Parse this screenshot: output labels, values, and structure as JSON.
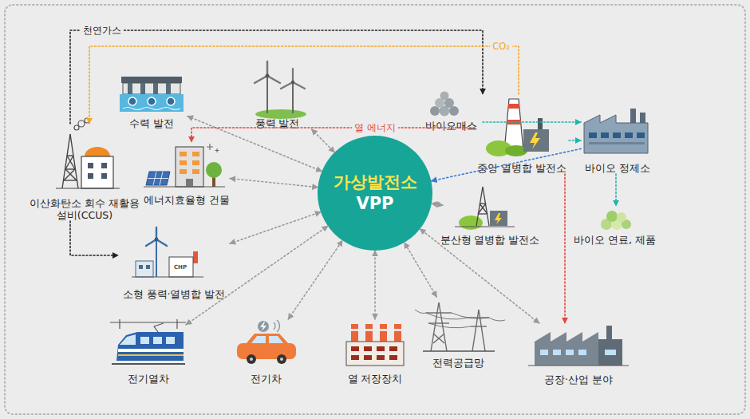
{
  "diagram": {
    "nodes": [
      {
        "text": [
          "수력 발전"
        ]
      },
      {
        "text": [
          "풍력 발전"
        ]
      },
      {
        "text": [
          "바이오매스"
        ]
      },
      {
        "text": [
          "중앙 열병합 발전소"
        ]
      },
      {
        "text": [
          "바이오 정제소"
        ]
      },
      {
        "text": [
          "이산화탄소 회수 재활용 설비(CCUS)"
        ]
      },
      {
        "text": [
          "에너지효율형 건물"
        ]
      },
      {
        "text": [
          "가상발전소",
          "VPP"
        ]
      },
      {
        "text": [
          "분산형 열병합 발전소"
        ]
      },
      {
        "text": [
          "바이오 연료, 제품"
        ]
      },
      {
        "text": [
          "소형 풍력·열병합 발전"
        ]
      },
      {
        "text": [
          "전기열차"
        ]
      },
      {
        "text": [
          "전기차"
        ]
      },
      {
        "text": [
          "열 저장장치"
        ]
      },
      {
        "text": [
          "전력공급망"
        ]
      },
      {
        "text": [
          "공장·산업 분야"
        ]
      }
    ],
    "edges": [
      {
        "from": 0,
        "to": 7,
        "arrow": "both"
      },
      {
        "from": 1,
        "to": 7,
        "arrow": "both"
      },
      {
        "from": 6,
        "to": 7,
        "arrow": "both"
      },
      {
        "from": 8,
        "to": 7,
        "arrow": "both"
      },
      {
        "from": 10,
        "to": 7,
        "arrow": "both"
      },
      {
        "from": 11,
        "to": 7,
        "arrow": "both"
      },
      {
        "from": 12,
        "to": 7,
        "arrow": "both"
      },
      {
        "from": 13,
        "to": 7,
        "arrow": "both"
      },
      {
        "from": 14,
        "to": 7,
        "arrow": "both"
      },
      {
        "from": 15,
        "to": 7,
        "arrow": "both"
      },
      {
        "from": 4,
        "to": 7,
        "arrow": "to"
      },
      {
        "from": 5,
        "to": 3,
        "label": "천연가스",
        "arrow": "to"
      },
      {
        "from": 5,
        "to": 10,
        "arrow": "to"
      },
      {
        "from": 3,
        "to": 5,
        "label": "CO₂",
        "arrow": "to"
      },
      {
        "from": 3,
        "to": 6,
        "label": "열 에너지",
        "arrow": "to"
      },
      {
        "from": 3,
        "to": 15,
        "arrow": "to"
      },
      {
        "from": 2,
        "to": 4,
        "arrow": "to"
      },
      {
        "from": 3,
        "to": 4,
        "arrow": "to"
      },
      {
        "from": 4,
        "to": 9,
        "arrow": "to"
      }
    ],
    "labels": [
      "CHP"
    ]
  }
}
